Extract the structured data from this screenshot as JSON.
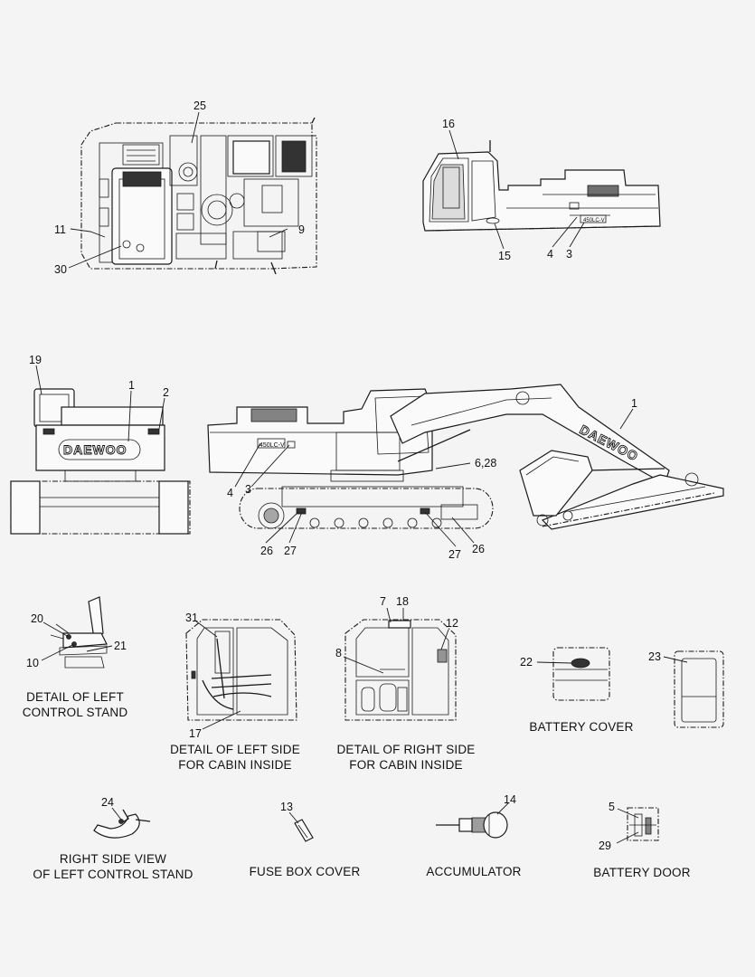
{
  "brand": "DAEWOO",
  "model_mark": "450LC-V",
  "callouts": {
    "n25": "25",
    "n16": "16",
    "n11": "11",
    "n9": "9",
    "n30": "30",
    "n15": "15",
    "n4a": "4",
    "n3a": "3",
    "n19": "19",
    "n1a": "1",
    "n2": "2",
    "n1b": "1",
    "n4b": "4",
    "n3b": "3",
    "n628": "6,28",
    "n26a": "26",
    "n27a": "27",
    "n27b": "27",
    "n26b": "26",
    "n20": "20",
    "n10": "10",
    "n21": "21",
    "n31": "31",
    "n17": "17",
    "n7": "7",
    "n18": "18",
    "n12": "12",
    "n8": "8",
    "n22": "22",
    "n23": "23",
    "n24": "24",
    "n13": "13",
    "n14": "14",
    "n5": "5",
    "n29": "29"
  },
  "captions": {
    "left_control_stand_1": "DETAIL OF LEFT",
    "left_control_stand_2": "CONTROL STAND",
    "left_cabin_1": "DETAIL OF LEFT SIDE",
    "left_cabin_2": "FOR CABIN INSIDE",
    "right_cabin_1": "DETAIL OF RIGHT SIDE",
    "right_cabin_2": "FOR CABIN INSIDE",
    "battery_cover": "BATTERY COVER",
    "right_side_view_1": "RIGHT SIDE VIEW",
    "right_side_view_2": "OF LEFT CONTROL STAND",
    "fuse_box_cover": "FUSE BOX COVER",
    "accumulator": "ACCUMULATOR",
    "battery_door": "BATTERY DOOR"
  }
}
